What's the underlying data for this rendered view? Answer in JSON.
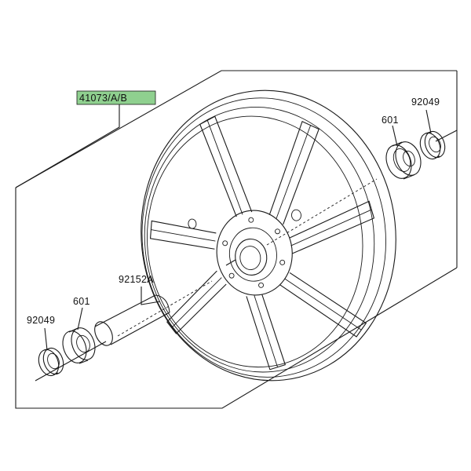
{
  "diagram": {
    "labels": {
      "wheel_assembly": "41073/A/B",
      "seal_right": "92049",
      "bearing_right": "601",
      "collar": "92152A",
      "bearing_left": "601",
      "seal_left": "92049"
    },
    "colors": {
      "highlight": "#8fd08f",
      "line": "#1a1a1a",
      "background": "#ffffff"
    }
  }
}
